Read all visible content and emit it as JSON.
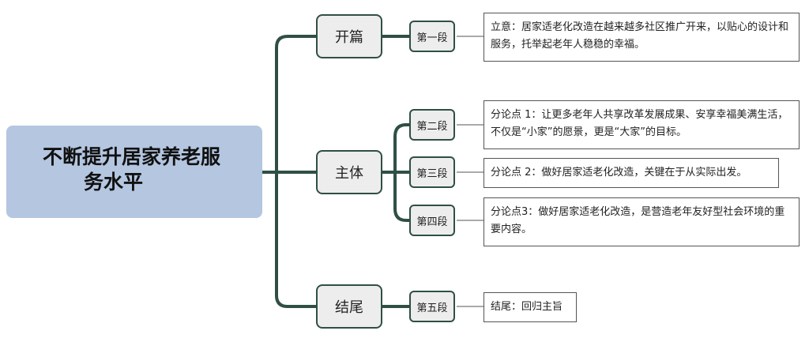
{
  "root": {
    "line1": "不断提升居家养老服",
    "line2": "务水平"
  },
  "branches": [
    {
      "label": "开篇",
      "segments": [
        {
          "label": "第一段",
          "note": "立意：居家适老化改造在越来越多社区推广开来，以贴心的设计和服务，托举起老年人稳稳的幸福。"
        }
      ]
    },
    {
      "label": "主体",
      "segments": [
        {
          "label": "第二段",
          "note": "分论点 1：让更多老年人共享改革发展成果、安享幸福美满生活，不仅是“小家”的愿景，更是“大家”的目标。"
        },
        {
          "label": "第三段",
          "note": "分论点 2：做好居家适老化改造，关键在于从实际出发。"
        },
        {
          "label": "第四段",
          "note": "分论点3：做好居家适老化改造，是营造老年友好型社会环境的重要内容。"
        }
      ]
    },
    {
      "label": "结尾",
      "segments": [
        {
          "label": "第五段",
          "note": "结尾：回归主旨"
        }
      ]
    }
  ],
  "colors": {
    "line": "#2f4f45",
    "root_fill": "#b4c6e0",
    "node_fill": "#ededed"
  }
}
